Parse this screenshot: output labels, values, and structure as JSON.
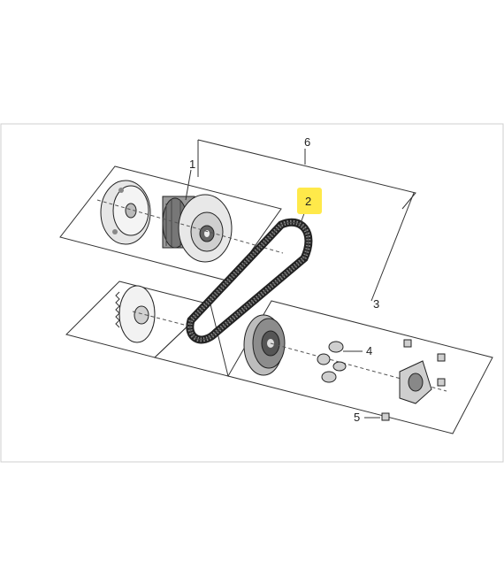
{
  "callouts": [
    {
      "id": "1",
      "text": "1"
    },
    {
      "id": "2",
      "text": "2",
      "highlighted": true
    },
    {
      "id": "3",
      "text": "3"
    },
    {
      "id": "4",
      "text": "4"
    },
    {
      "id": "5",
      "text": "5"
    },
    {
      "id": "6",
      "text": "6"
    }
  ],
  "colors": {
    "highlight": "#ffe94a",
    "line": "#333333",
    "part_fill": "#dcdcdc",
    "part_dark": "#555555"
  }
}
